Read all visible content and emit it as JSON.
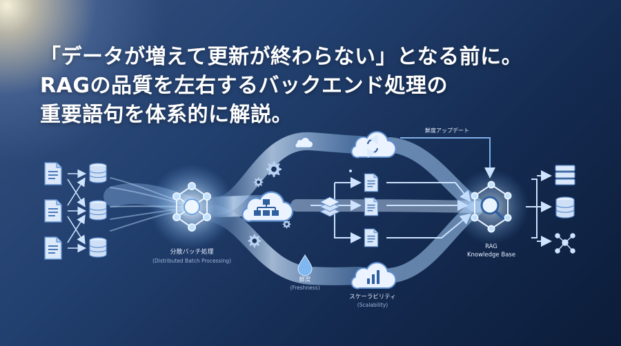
{
  "headline": {
    "line1": "「データが増えて更新が終わらない」となる前に。",
    "line2": "RAGの品質を左右するバックエンド処理の",
    "line3": "重要語句を体系的に解説。"
  },
  "labels": {
    "batch_ja": "分散バッチ処理",
    "batch_en": "(Distributed Batch Processing)",
    "freshness_ja": "鮮度",
    "freshness_en": "(Freshness)",
    "scalability_ja": "スケーラビリティ",
    "scalability_en": "(Scalability)",
    "update_ja": "鮮度アップデート",
    "rag_line1": "RAG",
    "rag_line2": "Knowledge Base"
  },
  "colors": {
    "flow_light": "#cfe4ff",
    "flow_mid": "#7fb0ea",
    "icon_fill": "#dce9fb",
    "accent": "#4a86d8"
  },
  "icons": [
    "document-icon",
    "database-icon",
    "network-node-icon",
    "cloud-sync-icon",
    "cloud-network-icon",
    "cloud-chart-icon",
    "gear-icon",
    "water-drop-icon",
    "layers-icon",
    "server-stack-icon",
    "magnifier-icon"
  ]
}
